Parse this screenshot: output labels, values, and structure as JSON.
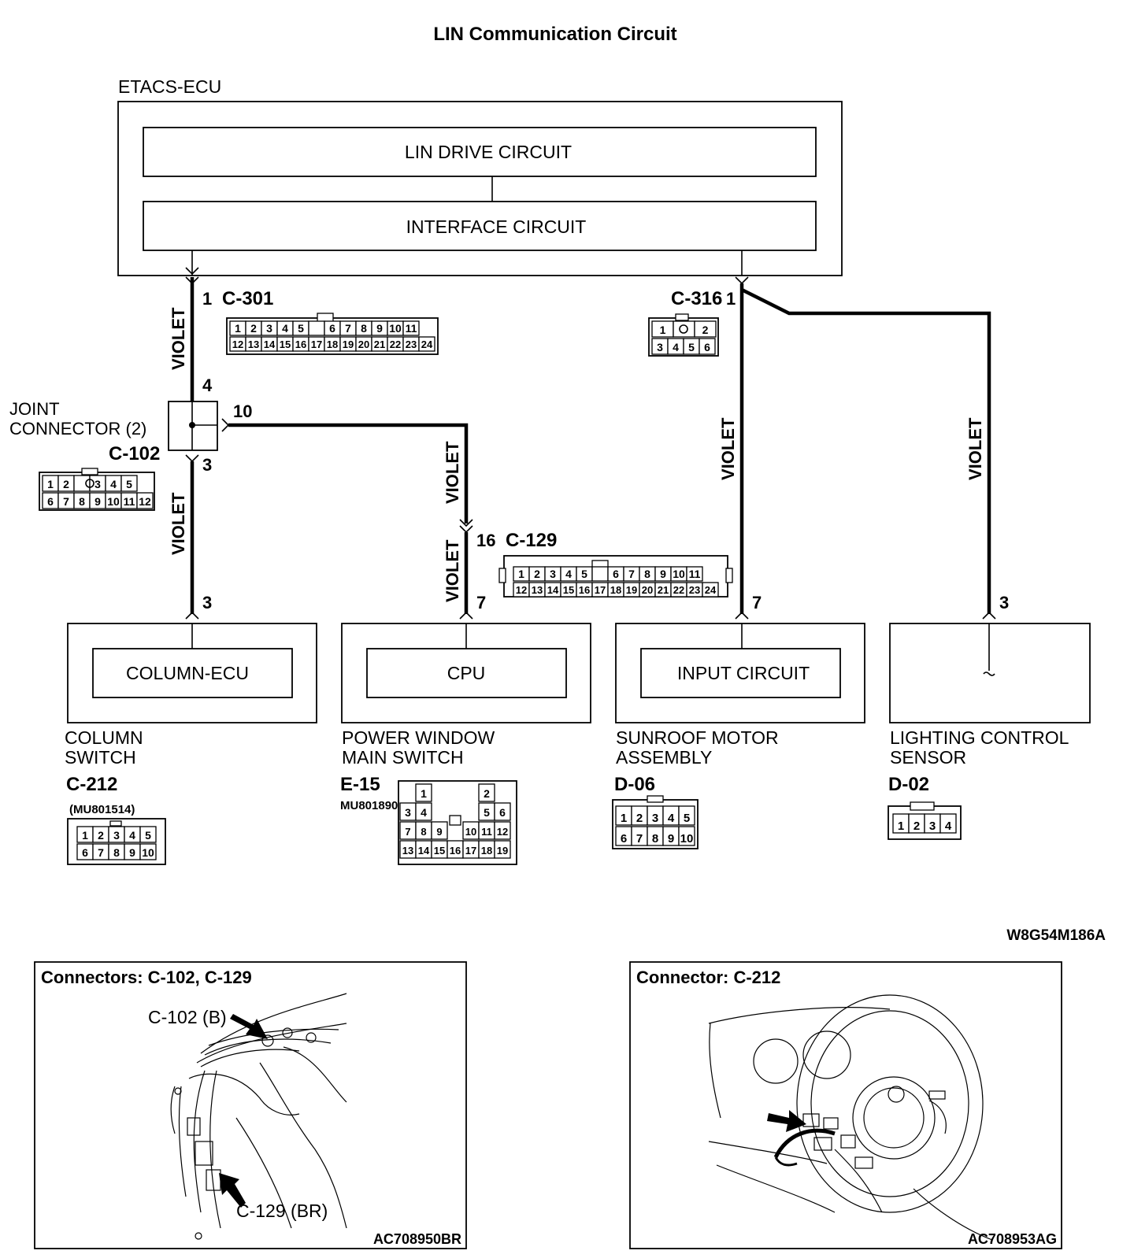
{
  "title": "LIN Communication Circuit",
  "etacs": {
    "label": "ETACS-ECU",
    "lin_drive": "LIN DRIVE CIRCUIT",
    "interface": "INTERFACE CIRCUIT"
  },
  "wire_color": "VIOLET",
  "pins": {
    "c301_pin": "1",
    "c316_pin": "1",
    "joint_in": "4",
    "joint_out_right": "10",
    "joint_out_down": "3",
    "column_pin": "3",
    "c129_pin": "16",
    "pw_pin": "7",
    "sunroof_pin": "7",
    "lighting_pin": "3"
  },
  "connectors": {
    "c301": {
      "label": "C-301",
      "row1": [
        "1",
        "2",
        "3",
        "4",
        "5",
        "",
        "6",
        "7",
        "8",
        "9",
        "10",
        "11"
      ],
      "row2": [
        "12",
        "13",
        "14",
        "15",
        "16",
        "17",
        "18",
        "19",
        "20",
        "21",
        "22",
        "23",
        "24"
      ]
    },
    "c316": {
      "label": "C-316",
      "row1": [
        "1",
        "",
        "2"
      ],
      "row2": [
        "3",
        "4",
        "5",
        "6"
      ]
    },
    "c102": {
      "label": "C-102",
      "row1": [
        "1",
        "2",
        "",
        "3",
        "4",
        "5"
      ],
      "row2": [
        "6",
        "7",
        "8",
        "9",
        "10",
        "11",
        "12"
      ]
    },
    "c129": {
      "label": "C-129",
      "row1": [
        "1",
        "2",
        "3",
        "4",
        "5",
        "",
        "6",
        "7",
        "8",
        "9",
        "10",
        "11"
      ],
      "row2": [
        "12",
        "13",
        "14",
        "15",
        "16",
        "17",
        "18",
        "19",
        "20",
        "21",
        "22",
        "23",
        "24"
      ]
    },
    "c212": {
      "label": "C-212",
      "part": "(MU801514)",
      "row1": [
        "1",
        "2",
        "3",
        "4",
        "5"
      ],
      "row2": [
        "6",
        "7",
        "8",
        "9",
        "10"
      ]
    },
    "e15": {
      "label": "E-15",
      "part": "MU801890",
      "row1": [
        "1",
        "2"
      ],
      "row2": [
        "3",
        "4",
        "5",
        "6"
      ],
      "row3": [
        "7",
        "8",
        "9",
        "10",
        "11",
        "12"
      ],
      "row4": [
        "13",
        "14",
        "15",
        "16",
        "17",
        "18",
        "19"
      ]
    },
    "d06": {
      "label": "D-06",
      "row1": [
        "1",
        "2",
        "3",
        "4",
        "5"
      ],
      "row2": [
        "6",
        "7",
        "8",
        "9",
        "10"
      ]
    },
    "d02": {
      "label": "D-02",
      "row1": [
        "1",
        "2",
        "3",
        "4"
      ]
    }
  },
  "joint": {
    "line1": "JOINT",
    "line2": "CONNECTOR (2)"
  },
  "components": {
    "column": {
      "inner": "COLUMN-ECU",
      "name1": "COLUMN",
      "name2": "SWITCH"
    },
    "power_window": {
      "inner": "CPU",
      "name1": "POWER WINDOW",
      "name2": "MAIN SWITCH"
    },
    "sunroof": {
      "inner": "INPUT CIRCUIT",
      "name1": "SUNROOF MOTOR",
      "name2": "ASSEMBLY"
    },
    "lighting": {
      "name1": "LIGHTING CONTROL",
      "name2": "SENSOR"
    }
  },
  "figure_code": "W8G54M186A",
  "panel_left": {
    "title": "Connectors: C-102, C-129",
    "callout_top": "C-102 (B)",
    "callout_bottom": "C-129 (BR)",
    "code": "AC708950BR"
  },
  "panel_right": {
    "title": "Connector: C-212",
    "code": "AC708953AG"
  }
}
